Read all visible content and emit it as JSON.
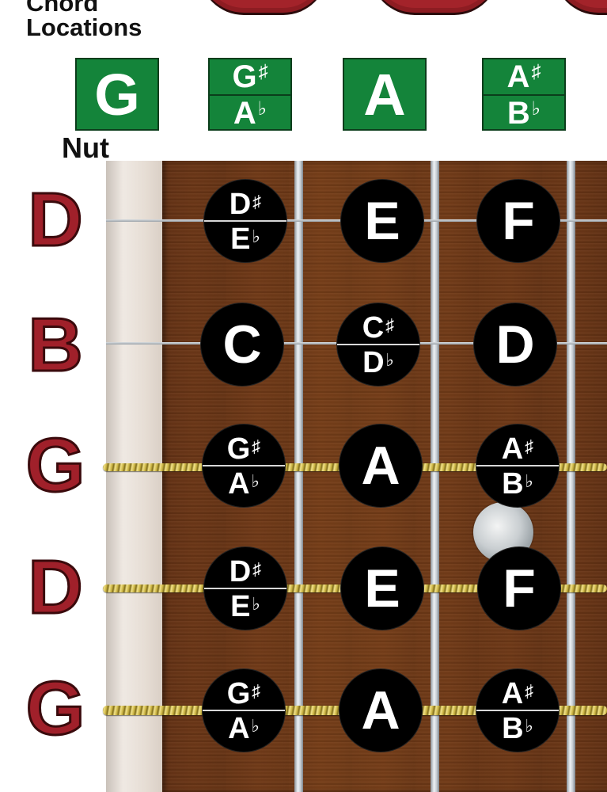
{
  "header": {
    "title_line1": "Chord",
    "title_line2": "Locations",
    "nut_label": "Nut"
  },
  "chords": [
    {
      "main": "G"
    },
    {
      "top": "G",
      "top_acc": "♯",
      "bottom": "A",
      "bottom_acc": "♭"
    },
    {
      "main": "A"
    },
    {
      "top": "A",
      "top_acc": "♯",
      "bottom": "B",
      "bottom_acc": "♭"
    }
  ],
  "strings": [
    {
      "label": "D",
      "notes": [
        {
          "top": "D",
          "top_acc": "♯",
          "bottom": "E",
          "bottom_acc": "♭"
        },
        {
          "main": "E"
        },
        {
          "main": "F"
        }
      ]
    },
    {
      "label": "B",
      "notes": [
        {
          "main": "C"
        },
        {
          "top": "C",
          "top_acc": "♯",
          "bottom": "D",
          "bottom_acc": "♭"
        },
        {
          "main": "D"
        }
      ]
    },
    {
      "label": "G",
      "notes": [
        {
          "top": "G",
          "top_acc": "♯",
          "bottom": "A",
          "bottom_acc": "♭"
        },
        {
          "main": "A"
        },
        {
          "top": "A",
          "top_acc": "♯",
          "bottom": "B",
          "bottom_acc": "♭"
        }
      ]
    },
    {
      "label": "D",
      "notes": [
        {
          "top": "D",
          "top_acc": "♯",
          "bottom": "E",
          "bottom_acc": "♭"
        },
        {
          "main": "E"
        },
        {
          "main": "F"
        }
      ]
    },
    {
      "label": "G",
      "notes": [
        {
          "top": "G",
          "top_acc": "♯",
          "bottom": "A",
          "bottom_acc": "♭"
        },
        {
          "main": "A"
        },
        {
          "top": "A",
          "top_acc": "♯",
          "bottom": "B",
          "bottom_acc": "♭"
        }
      ]
    }
  ],
  "colors": {
    "chord_box": "#14843a",
    "string_label": "#a0202a",
    "note_fill": "#000000"
  }
}
